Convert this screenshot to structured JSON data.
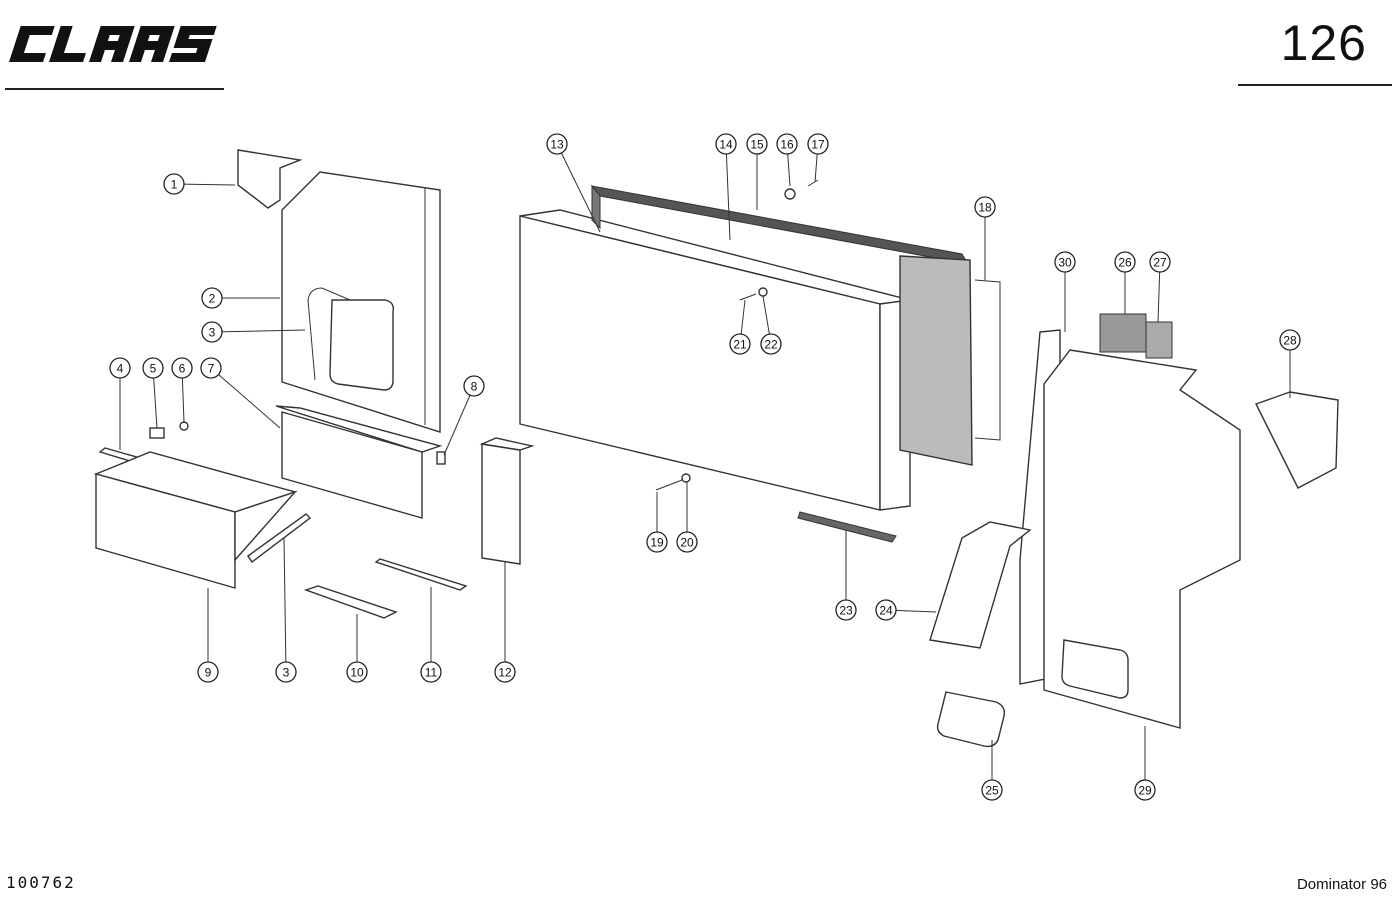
{
  "header": {
    "brand_logo_text": "CLAAS",
    "page_number": "126"
  },
  "footer": {
    "drawing_id": "100762",
    "model": "Dominator 96"
  },
  "callouts": [
    {
      "label": "1"
    },
    {
      "label": "2"
    },
    {
      "label": "3"
    },
    {
      "label": "4"
    },
    {
      "label": "5"
    },
    {
      "label": "6"
    },
    {
      "label": "7"
    },
    {
      "label": "8"
    },
    {
      "label": "9"
    },
    {
      "label": "3"
    },
    {
      "label": "10"
    },
    {
      "label": "11"
    },
    {
      "label": "12"
    },
    {
      "label": "13"
    },
    {
      "label": "14"
    },
    {
      "label": "15"
    },
    {
      "label": "16"
    },
    {
      "label": "17"
    },
    {
      "label": "18"
    },
    {
      "label": "21"
    },
    {
      "label": "22"
    },
    {
      "label": "19"
    },
    {
      "label": "20"
    },
    {
      "label": "23"
    },
    {
      "label": "30"
    },
    {
      "label": "26"
    },
    {
      "label": "27"
    },
    {
      "label": "28"
    },
    {
      "label": "24"
    },
    {
      "label": "25"
    },
    {
      "label": "29"
    }
  ]
}
